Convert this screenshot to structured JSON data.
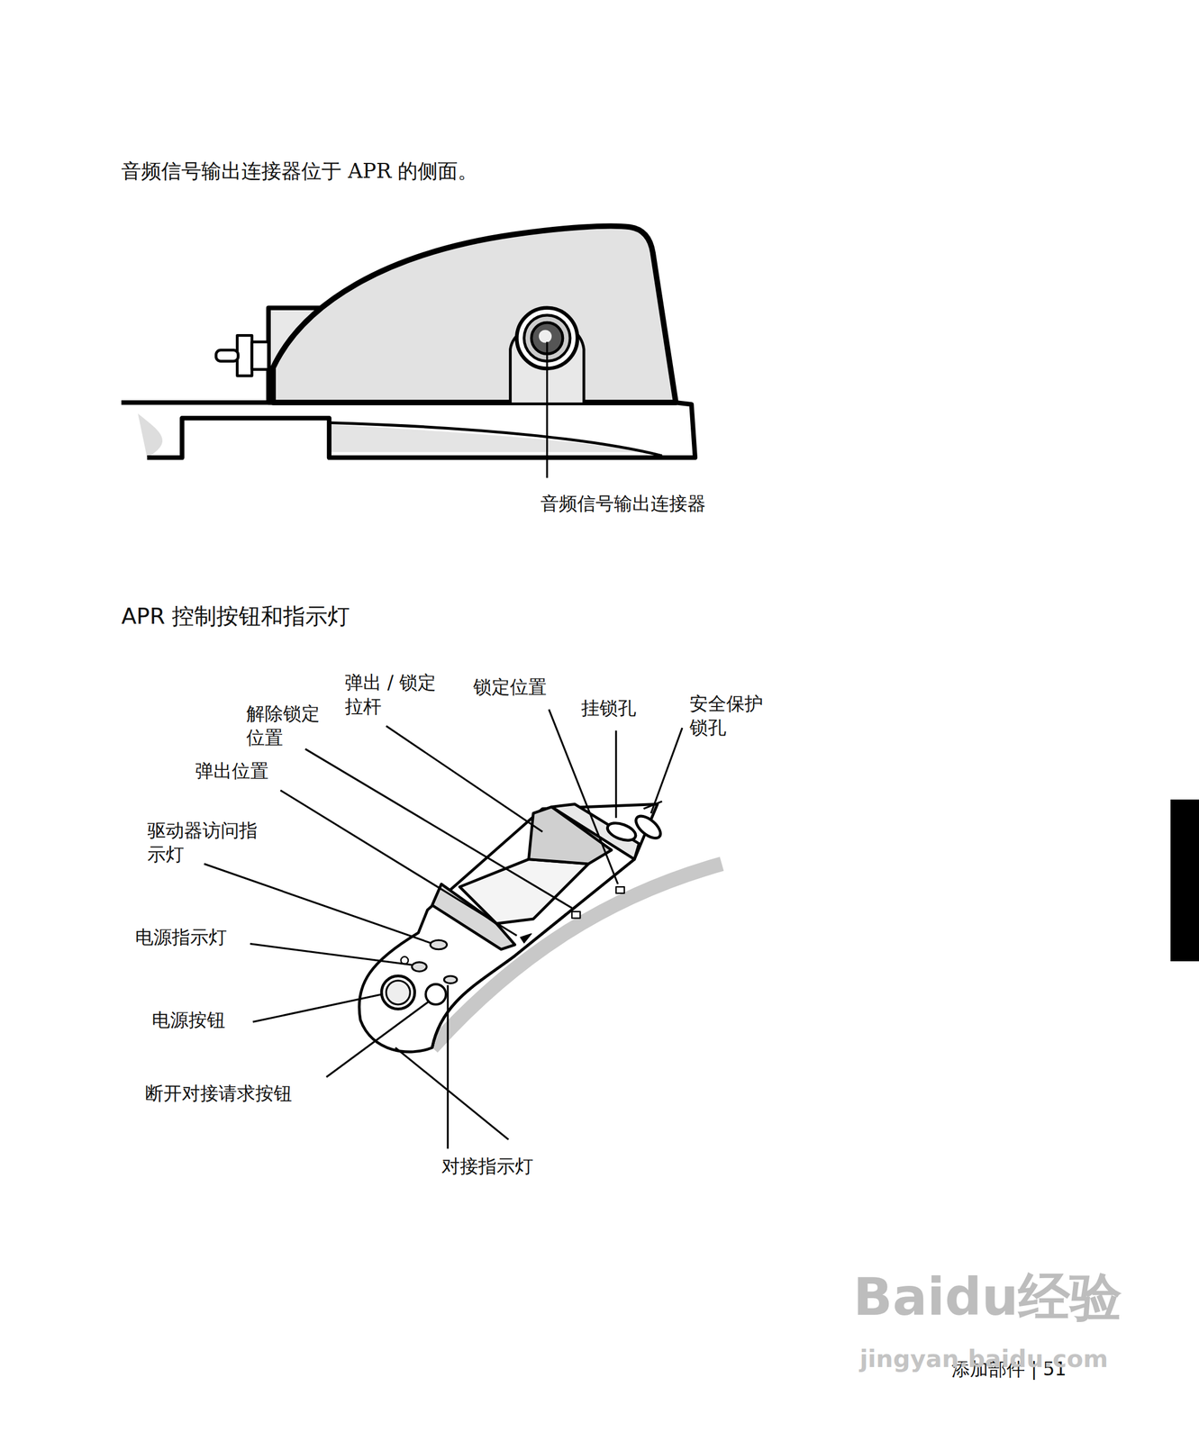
{
  "diagram": {
    "labels": [
      "音频信号输出连接器位于 APR 的侧面。",
      "音频信号输出连接器",
      "APR 控制按钮和指示灯",
      "弹出 / 锁定 拉杆",
      "锁定位置",
      "解除锁定 位置",
      "挂锁孔",
      "安全保护 锁孔",
      "弹出位置",
      "驱动器访问指 示灯",
      "电源指示灯",
      "电源按钮",
      "断开对接请求按钮",
      "对接指示灯",
      "添加部件 | 51",
      "Baidu经验",
      "jingyan.baidu.com"
    ]
  }
}
